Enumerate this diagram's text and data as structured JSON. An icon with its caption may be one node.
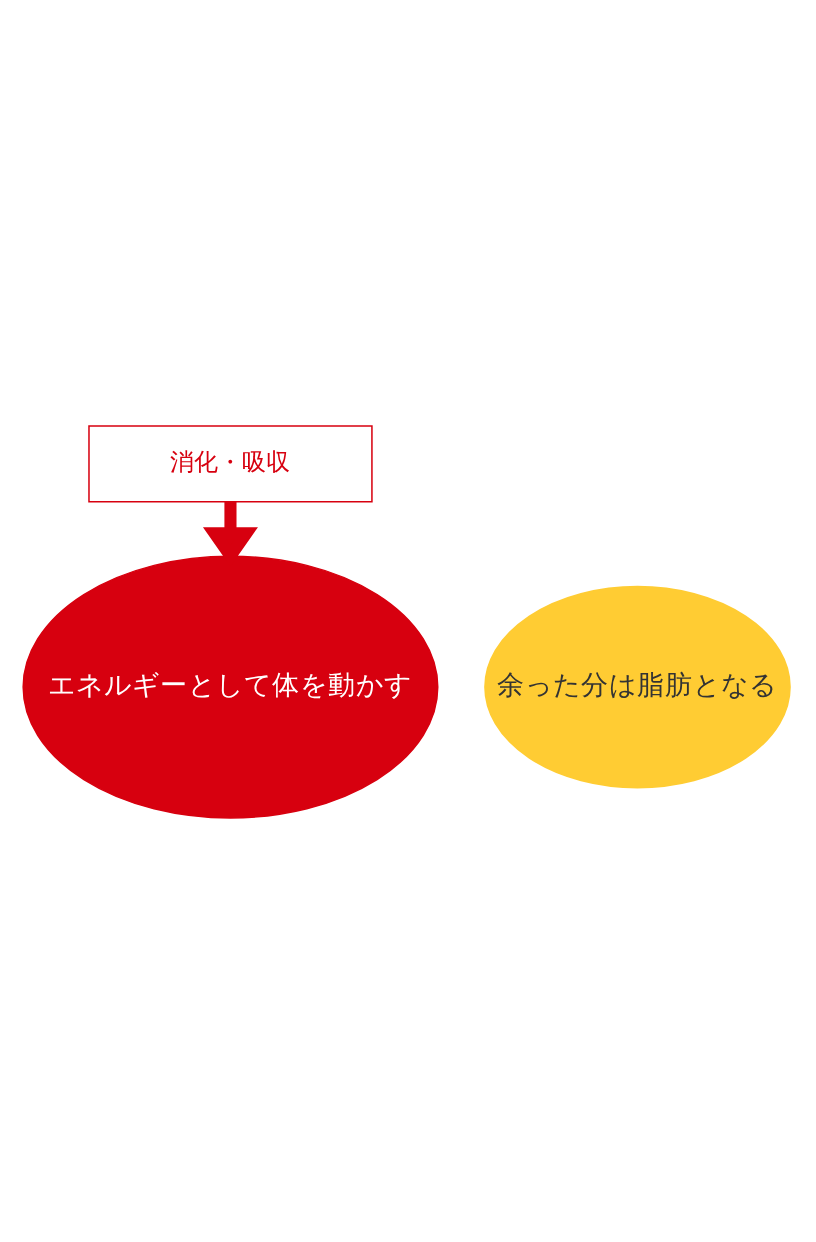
{
  "diagram": {
    "nodes": [
      {
        "text": [
          "消化・吸収"
        ]
      },
      {
        "text": [
          "エネルギーとして体を動かす"
        ]
      },
      {
        "text": [
          "余った分は脂肪となる"
        ]
      }
    ],
    "edges": [
      {
        "from": 0,
        "to": 1,
        "arrow": "to"
      }
    ]
  }
}
